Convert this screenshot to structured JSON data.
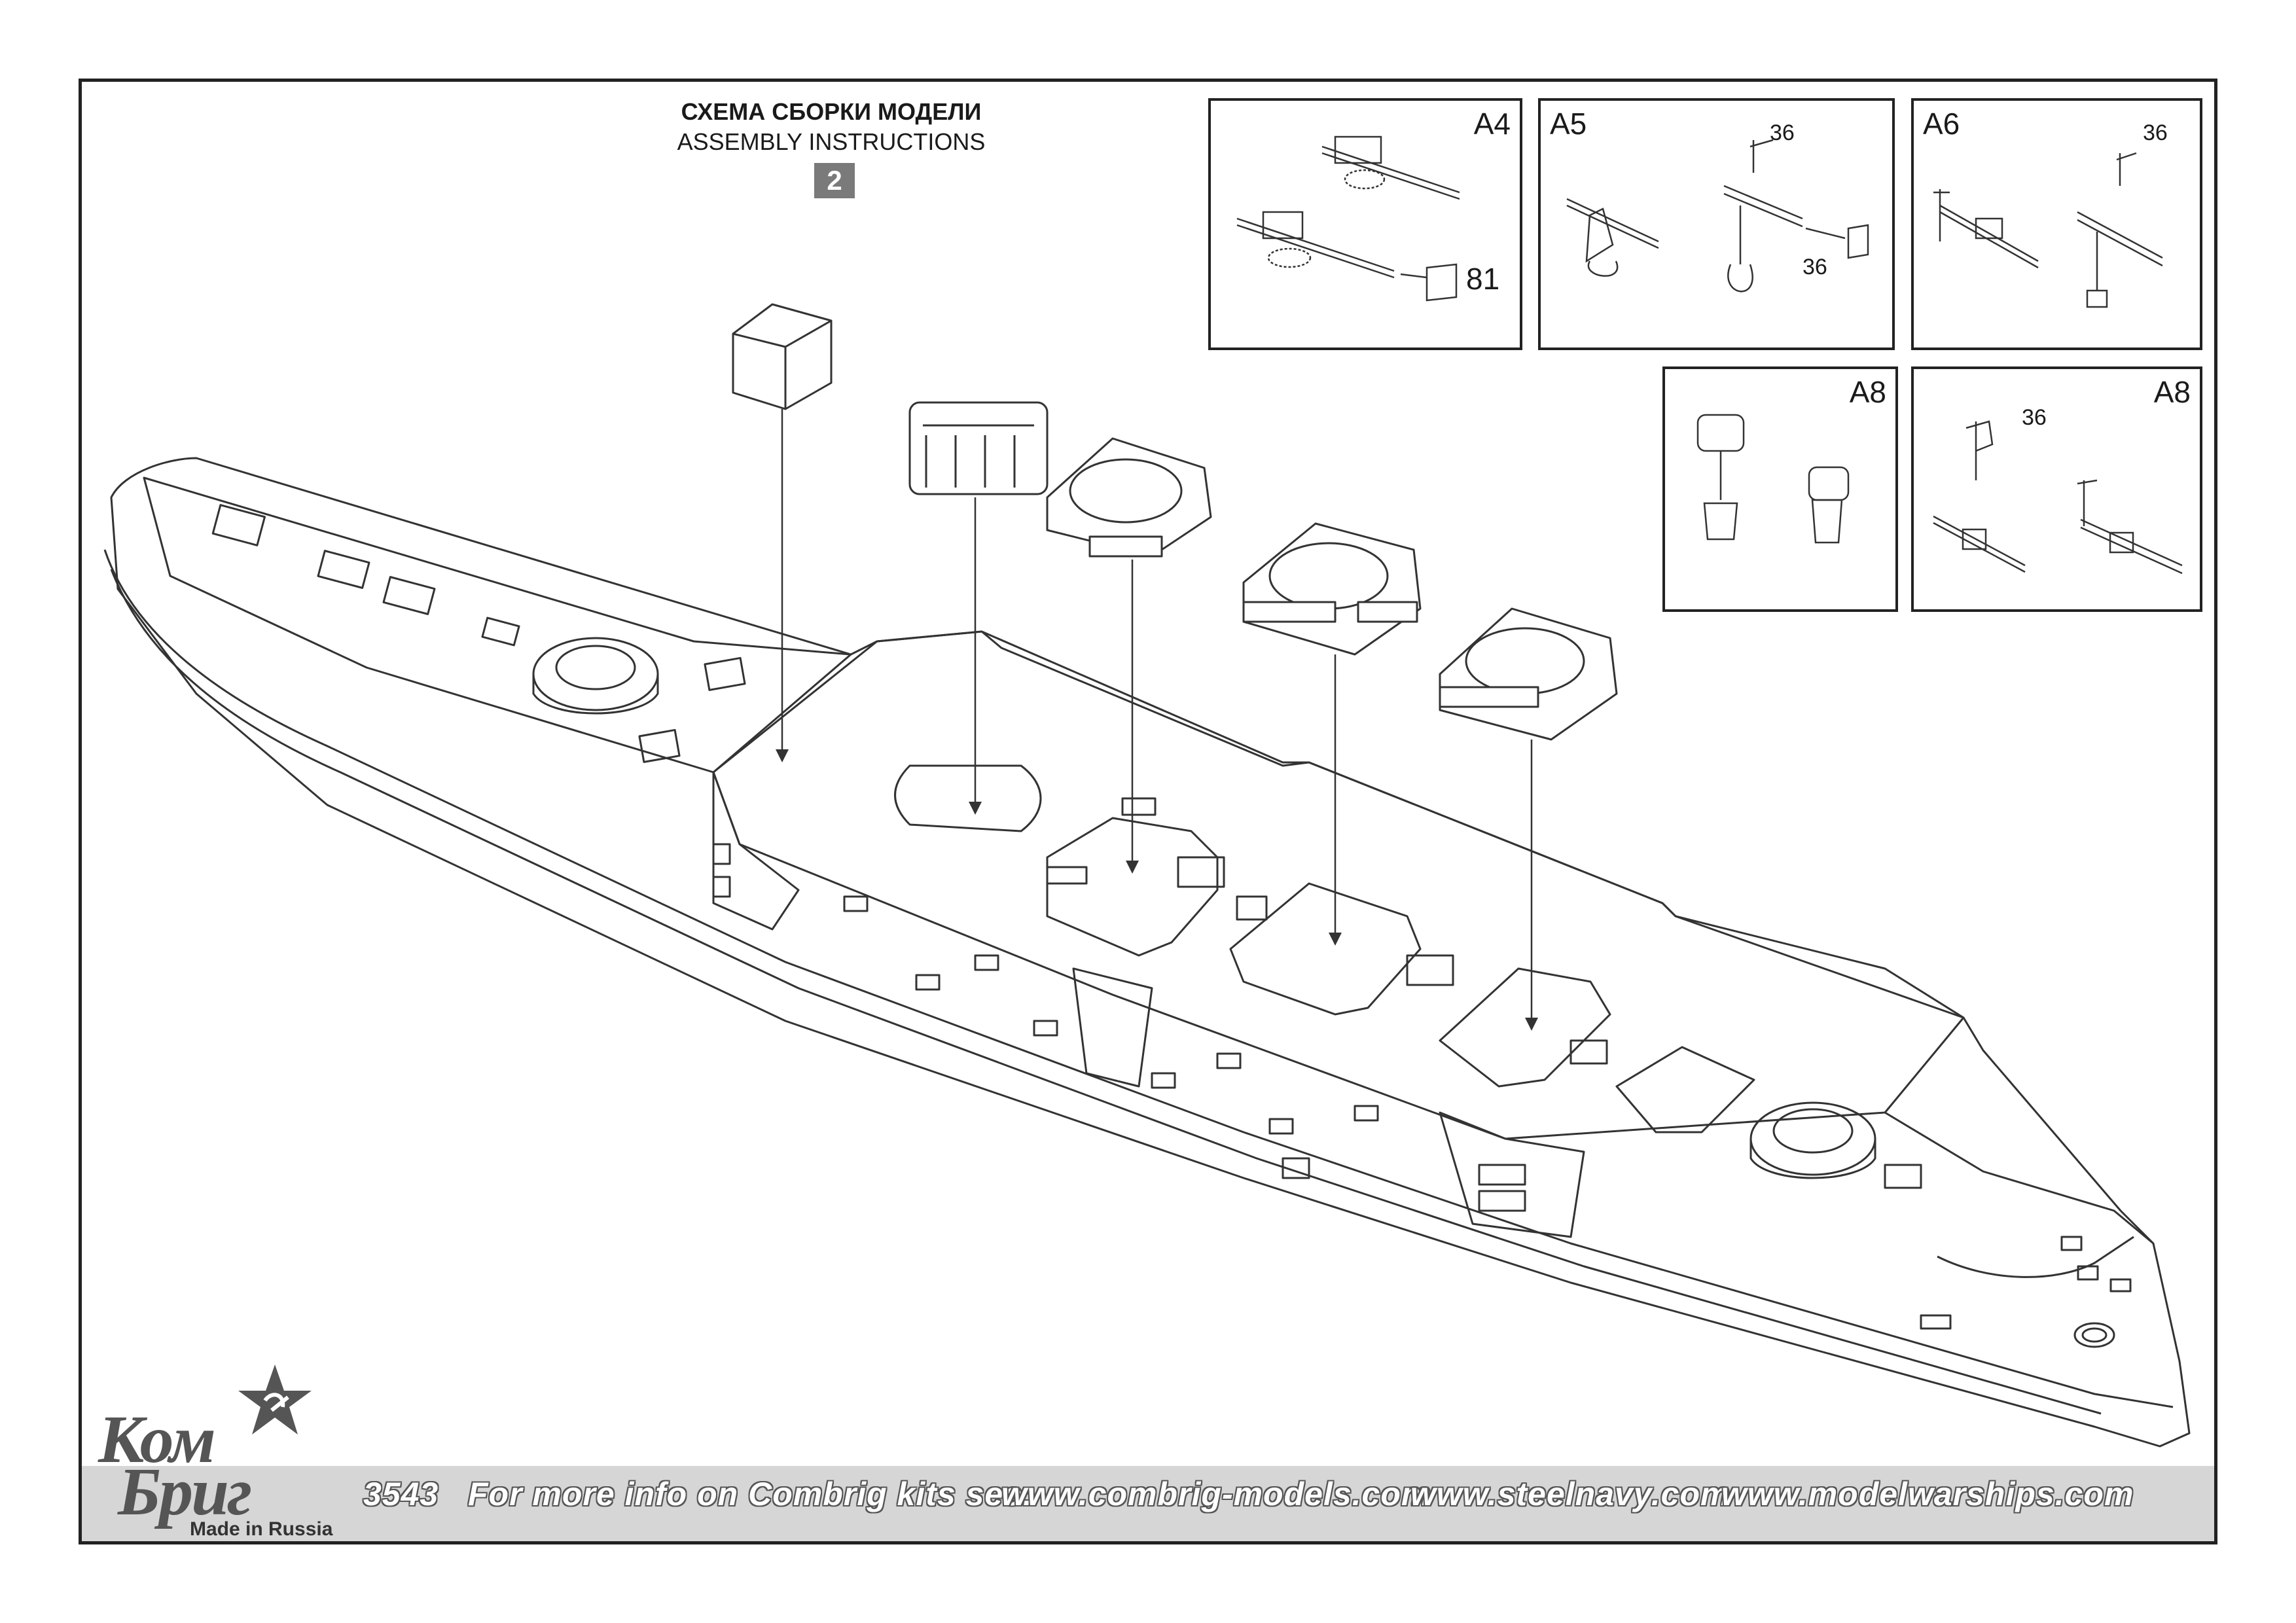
{
  "header": {
    "title_ru": "СХЕМА СБОРКИ МОДЕЛИ",
    "title_en": "ASSEMBLY INSTRUCTIONS",
    "step_number": "2"
  },
  "detail_boxes": [
    {
      "label": "A4",
      "part_numbers": [
        "81"
      ]
    },
    {
      "label": "A5",
      "part_numbers": [
        "36",
        "36"
      ]
    },
    {
      "label": "A6",
      "part_numbers": [
        "36"
      ]
    },
    {
      "label": "A8",
      "part_numbers": []
    },
    {
      "label": "A8",
      "part_numbers": [
        "36"
      ]
    }
  ],
  "logo": {
    "line1": "Ком",
    "line2": "Бриг",
    "made_in": "Made in Russia"
  },
  "footer": {
    "kit_number": "3543",
    "info_text": "For more info on Combrig kits see:",
    "links": [
      "www.combrig-models.com",
      "www.steelnavy.com",
      "www.modelwarships.com"
    ]
  },
  "colors": {
    "frame": "#222222",
    "badge": "#7a7a7a",
    "footer_bar": "#d6d6d6",
    "logo": "#555555"
  }
}
